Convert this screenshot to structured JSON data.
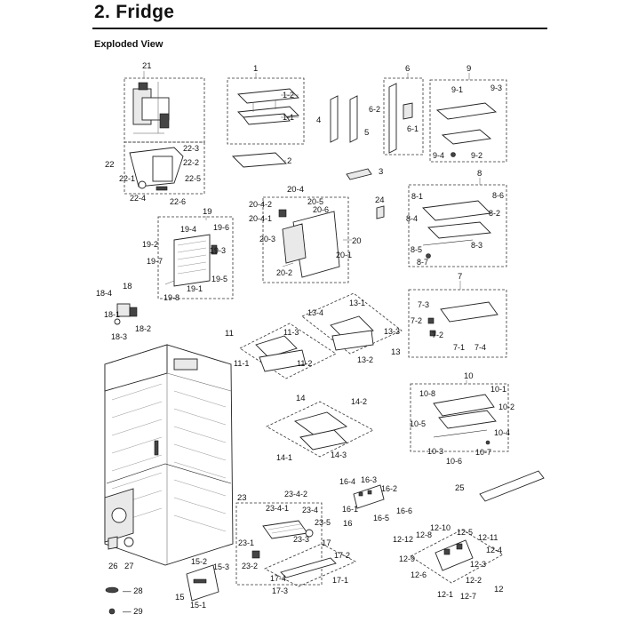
{
  "header": {
    "title": "2.  Fridge",
    "subtitle": "Exploded View"
  },
  "labels": {
    "n1": "1",
    "n1_1": "1-1",
    "n1_2": "1-2",
    "n2": "2",
    "n3": "3",
    "n4": "4",
    "n5": "5",
    "n6": "6",
    "n6_1": "6-1",
    "n6_2": "6-2",
    "n7": "7",
    "n7_1": "7-1",
    "n7_2a": "7-2",
    "n7_2b": "7-2",
    "n7_3": "7-3",
    "n7_4": "7-4",
    "n8": "8",
    "n8_1": "8-1",
    "n8_2": "8-2",
    "n8_3": "8-3",
    "n8_4": "8-4",
    "n8_5": "8-5",
    "n8_6": "8-6",
    "n8_7": "8-7",
    "n9": "9",
    "n9_1": "9-1",
    "n9_2": "9-2",
    "n9_3": "9-3",
    "n9_4": "9-4",
    "n10": "10",
    "n10_1": "10-1",
    "n10_2": "10-2",
    "n10_3": "10-3",
    "n10_4": "10-4",
    "n10_5": "10-5",
    "n10_6": "10-6",
    "n10_7": "10-7",
    "n10_8": "10-8",
    "n11": "11",
    "n11_1": "11-1",
    "n11_2": "11-2",
    "n11_3": "11-3",
    "n12": "12",
    "n12_1": "12-1",
    "n12_2": "12-2",
    "n12_3": "12-3",
    "n12_4": "12-4",
    "n12_5": "12-5",
    "n12_6": "12-6",
    "n12_7": "12-7",
    "n12_8": "12-8",
    "n12_9": "12-9",
    "n12_10": "12-10",
    "n12_11": "12-11",
    "n12_12": "12-12",
    "n13": "13",
    "n13_1": "13-1",
    "n13_2": "13-2",
    "n13_3": "13-3",
    "n13_4": "13-4",
    "n14": "14",
    "n14_1": "14-1",
    "n14_2": "14-2",
    "n14_3": "14-3",
    "n15": "15",
    "n15_1": "15-1",
    "n15_2": "15-2",
    "n15_3": "15-3",
    "n16": "16",
    "n16_1": "16-1",
    "n16_2": "16-2",
    "n16_3": "16-3",
    "n16_4": "16-4",
    "n16_5": "16-5",
    "n16_6": "16-6",
    "n17": "17",
    "n17_1": "17-1",
    "n17_2": "17-2",
    "n17_3": "17-3",
    "n17_4": "17-4",
    "n18": "18",
    "n18_1": "18-1",
    "n18_2": "18-2",
    "n18_3": "18-3",
    "n18_4": "18-4",
    "n19": "19",
    "n19_1": "19-1",
    "n19_2": "19-2",
    "n19_3": "19-3",
    "n19_4": "19-4",
    "n19_5": "19-5",
    "n19_6": "19-6",
    "n19_7": "19-7",
    "n19_8": "19-8",
    "n20": "20",
    "n20_1": "20-1",
    "n20_2": "20-2",
    "n20_3": "20-3",
    "n20_4": "20-4",
    "n20_4_1": "20-4-1",
    "n20_4_2": "20-4-2",
    "n20_5": "20-5",
    "n20_6": "20-6",
    "n21": "21",
    "n22": "22",
    "n22_1": "22-1",
    "n22_2": "22-2",
    "n22_3": "22-3",
    "n22_4": "22-4",
    "n22_5": "22-5",
    "n22_6": "22-6",
    "n23": "23",
    "n23_1": "23-1",
    "n23_2": "23-2",
    "n23_3": "23-3",
    "n23_4": "23-4",
    "n23_4_1": "23-4-1",
    "n23_4_2": "23-4-2",
    "n23_5": "23-5",
    "n24": "24",
    "n25": "25",
    "n26": "26",
    "n27": "27",
    "n28": "— 28",
    "n29": "— 29"
  }
}
